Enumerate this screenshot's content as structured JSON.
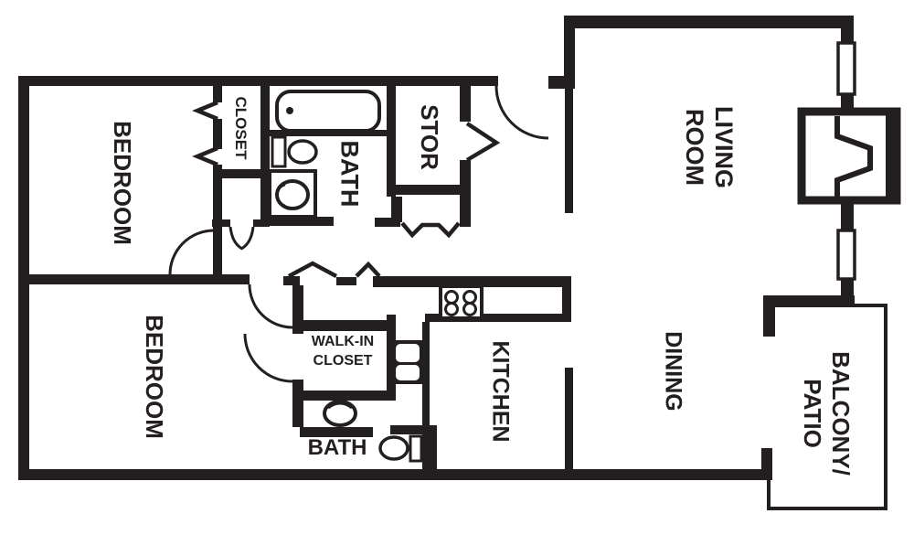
{
  "plan": {
    "type": "apartment-floor-plan",
    "colors": {
      "wall": "#231f20",
      "background": "#ffffff"
    },
    "rooms": [
      {
        "id": "bedroom-1",
        "label": "BEDROOM",
        "orientation": "vertical"
      },
      {
        "id": "closet-1",
        "label": "CLOSET",
        "orientation": "vertical"
      },
      {
        "id": "bath-1",
        "label": "BATH",
        "orientation": "vertical"
      },
      {
        "id": "storage",
        "label": "STOR",
        "orientation": "vertical"
      },
      {
        "id": "living-room",
        "label": "LIVING\nROOM",
        "orientation": "vertical"
      },
      {
        "id": "bedroom-2",
        "label": "BEDROOM",
        "orientation": "vertical"
      },
      {
        "id": "walk-in-closet",
        "label": "WALK-IN\nCLOSET",
        "orientation": "horizontal"
      },
      {
        "id": "kitchen",
        "label": "KITCHEN",
        "orientation": "vertical"
      },
      {
        "id": "dining",
        "label": "DINING",
        "orientation": "vertical"
      },
      {
        "id": "bath-2",
        "label": "BATH",
        "orientation": "horizontal"
      },
      {
        "id": "balcony-patio",
        "label": "BALCONY/\nPATIO",
        "orientation": "vertical"
      }
    ],
    "fixtures": {
      "bath_1": [
        "bathtub",
        "toilet",
        "vanity-sink"
      ],
      "bath_2": [
        "pedestal-sink",
        "toilet"
      ],
      "kitchen": [
        "stove-cooktop",
        "counter"
      ],
      "laundry_nook": [
        "washer-dryer-stack"
      ],
      "living_room": [
        "fireplace"
      ],
      "exterior": [
        "window",
        "window",
        "balcony-railing"
      ]
    },
    "doors": [
      "entry-swing-door",
      "bedroom-1-swing-door",
      "hall-double-doors",
      "bedroom-2-swing-door",
      "walk-in-closet-swing-door",
      "closet-1-bifold-doors",
      "storage-bifold-door",
      "hall-closet-bifold-doors",
      "walk-in-bifold-doors",
      "balcony-opening"
    ]
  }
}
